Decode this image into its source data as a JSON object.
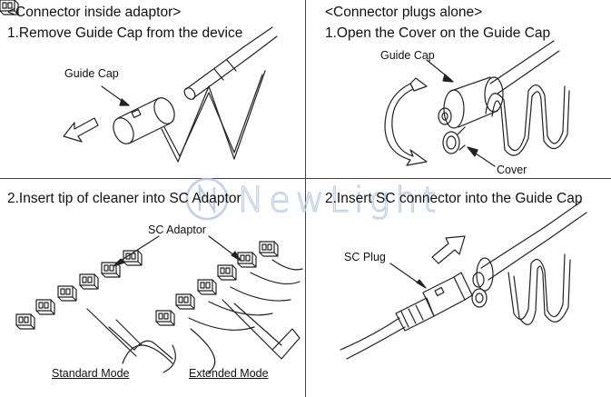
{
  "panels": {
    "top_left": {
      "header": "<Connector inside adaptor>",
      "step": "1.Remove Guide Cap from the device",
      "label": "Guide Cap"
    },
    "top_right": {
      "header": "<Connector plugs alone>",
      "step": "1.Open the Cover on the Guide Cap",
      "label_guide_cap": "Guide Cap",
      "label_cover": "Cover"
    },
    "bottom_left": {
      "step": "2.Insert tip of cleaner into SC Adaptor",
      "label": "SC Adaptor",
      "mode_standard": "Standard Mode",
      "mode_extended": "Extended Mode"
    },
    "bottom_right": {
      "step": "2.Insert SC connector into the Guide Cap",
      "label": "SC Plug"
    }
  },
  "watermark": "NewLight",
  "colors": {
    "line": "#222222",
    "divider": "#444444",
    "watermark": "#b6c8e4"
  }
}
